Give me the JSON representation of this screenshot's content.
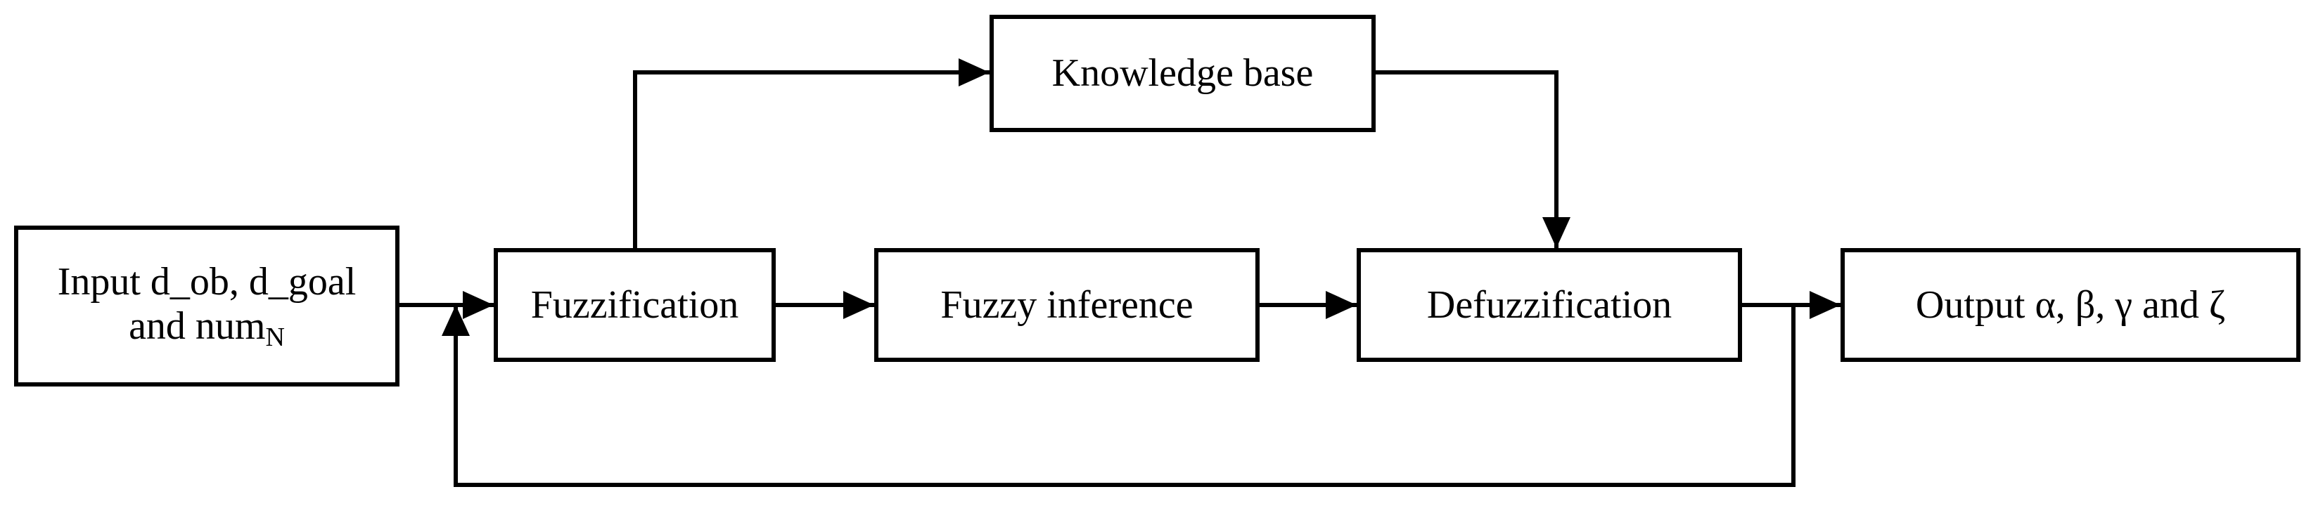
{
  "diagram": {
    "nodes": {
      "input": {
        "line1": "Input d_ob, d_goal",
        "line2": "and num",
        "subscript": "N"
      },
      "knowledge_base": {
        "label": "Knowledge base"
      },
      "fuzzification": {
        "label": "Fuzzification"
      },
      "fuzzy_inference": {
        "label": "Fuzzy inference"
      },
      "defuzzification": {
        "label": "Defuzzification"
      },
      "output": {
        "label": "Output α, β, γ and ζ"
      }
    },
    "edges": [
      {
        "from": "input",
        "to": "fuzzification"
      },
      {
        "from": "fuzzification",
        "to": "knowledge_base"
      },
      {
        "from": "knowledge_base",
        "to": "defuzzification"
      },
      {
        "from": "fuzzification",
        "to": "fuzzy_inference"
      },
      {
        "from": "fuzzy_inference",
        "to": "defuzzification"
      },
      {
        "from": "defuzzification",
        "to": "output"
      },
      {
        "from": "defuzzification",
        "to": "fuzzification",
        "kind": "feedback"
      }
    ],
    "colors": {
      "stroke": "#000000",
      "background": "#ffffff"
    }
  }
}
